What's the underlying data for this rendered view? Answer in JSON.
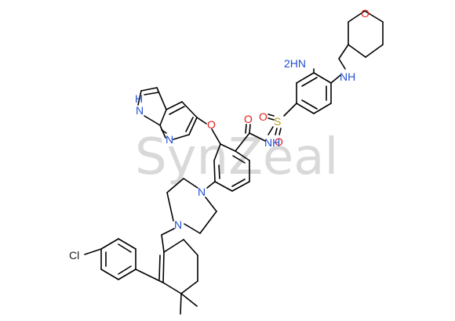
{
  "watermark": "SynZeal",
  "colors": {
    "bond": "#000000",
    "N": "#1f4fd1",
    "O": "#e0201b",
    "S": "#b79b14",
    "Cl": "#1a1a1a",
    "watermark": "#d9d9d9"
  },
  "atom_labels": {
    "nh_pyrrole": "N",
    "nh_pyrrole_h": "H",
    "n_pyridine": "N",
    "o_ether": "O",
    "o_carbonyl": "O",
    "nh_amide": "NH",
    "s_sulfonyl": "S",
    "o_sulfonyl_left": "O",
    "o_sulfonyl_bottom": "O",
    "nh2": "2HN",
    "nh_amine": "NH",
    "o_oxane": "O",
    "n_piperazine_1": "N",
    "n_piperazine_2": "N",
    "cl": "Cl"
  }
}
